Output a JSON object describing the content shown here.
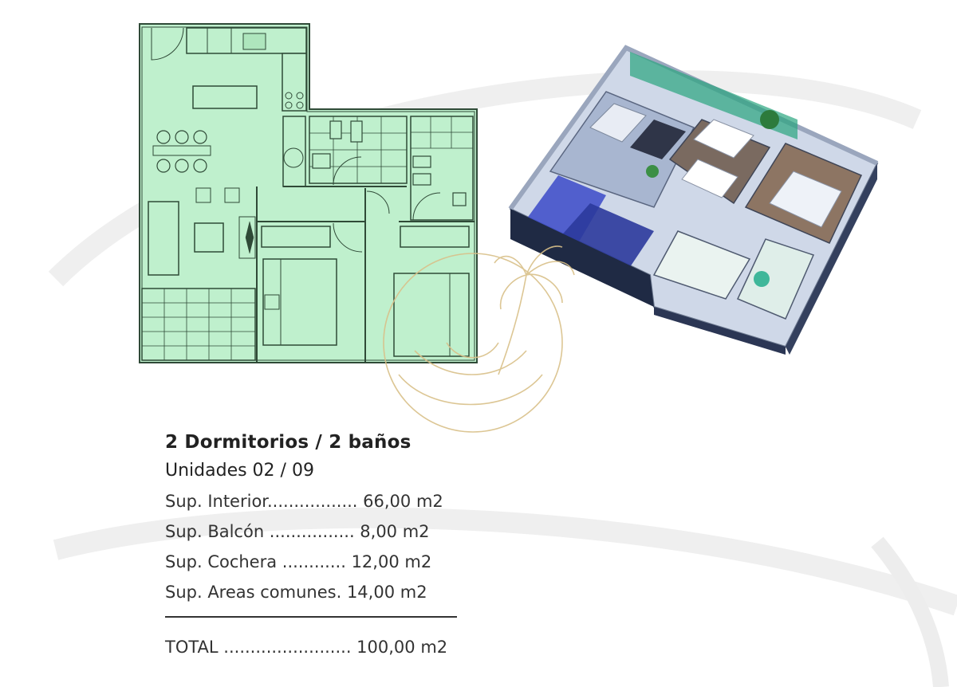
{
  "colors": {
    "plan_fill": "#bff0cd",
    "plan_line": "#2f4a37",
    "logo_gold": "#d9c089",
    "swoosh": "#efefef"
  },
  "info": {
    "title": "2 Dormitorios  / 2 baños",
    "units": "Unidades 02 / 09",
    "rows": [
      "Sup. Interior................. 66,00 m2",
      "Sup. Balcón ................   8,00 m2",
      "Sup. Cochera ............ 12,00 m2",
      "Sup. Areas comunes. 14,00 m2"
    ],
    "total": "TOTAL ........................ 100,00 m2"
  },
  "images": {
    "floor_plan": "2d-floor-plan",
    "render_3d": "3d-apartment-render",
    "watermark": "palm-tree-logo"
  }
}
